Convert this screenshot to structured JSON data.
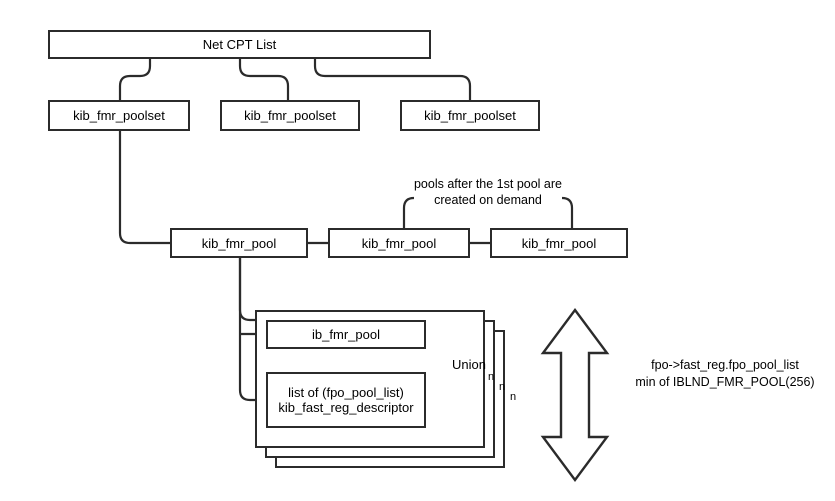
{
  "diagram": {
    "title_node": {
      "label": "Net CPT List"
    },
    "poolsets": [
      {
        "label": "kib_fmr_poolset"
      },
      {
        "label": "kib_fmr_poolset"
      },
      {
        "label": "kib_fmr_poolset"
      }
    ],
    "pools": [
      {
        "label": "kib_fmr_pool"
      },
      {
        "label": "kib_fmr_pool"
      },
      {
        "label": "kib_fmr_pool"
      }
    ],
    "pool_note": "pools after the 1st pool are\ncreated on demand",
    "card": {
      "top_box": {
        "label": "ib_fmr_pool"
      },
      "bottom_box": {
        "label": "list of (fpo_pool_list)\nkib_fast_reg_descriptor"
      },
      "union_label": "Union",
      "stack_counts": [
        "n",
        "n",
        "n"
      ]
    },
    "side_note": "fpo->fast_reg.fpo_pool_list\nmin of IBLND_FMR_POOL(256)",
    "arrow": {
      "name": "vertical-double-arrow"
    },
    "colors": {
      "stroke": "#2b2b2b",
      "background": "#ffffff",
      "text": "#000000"
    }
  }
}
